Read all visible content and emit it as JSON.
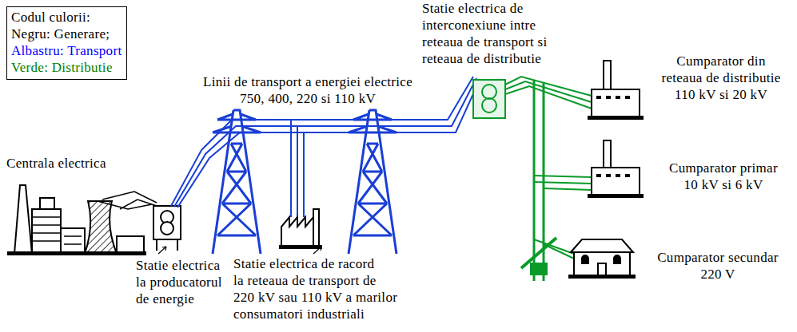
{
  "diagram": {
    "labels": [
      "Codul culorii:",
      "Centrala electrica",
      "Linii de transport a energiei electrice 750, 400, 220 si 110 kV",
      "Statie electrica de interconexiune intre reteaua de transport si reteaua de distributie",
      "Cumparator din reteaua de distributie 110 kV si 20 kV",
      "Cumparator primar 10 kV si 6 kV",
      "Cumparator secundar 220 V",
      "Statie electrica la producatorul de energie",
      "Statie electrica de racord la reteaua de transport de 220 kV sau 110 kV a marilor consumatori industriali"
    ],
    "legend": [
      {
        "text": "Negru: Generare;",
        "color": "#000000"
      },
      {
        "text": "Albastru: Transport",
        "color": "#0000ff"
      },
      {
        "text": "Verde: Distributie",
        "color": "#008000"
      }
    ]
  }
}
